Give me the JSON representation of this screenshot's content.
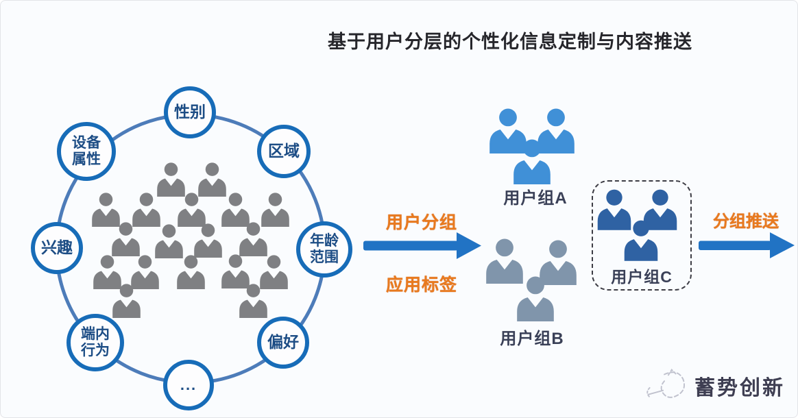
{
  "title": "基于用户分层的个性化信息定制与内容推送",
  "pool": {
    "attributes": [
      {
        "id": "gender",
        "label": "性别"
      },
      {
        "id": "region",
        "label": "区域"
      },
      {
        "id": "device",
        "label": "设备\n属性"
      },
      {
        "id": "interest",
        "label": "兴趣"
      },
      {
        "id": "age-range",
        "label": "年龄\n范围"
      },
      {
        "id": "in-app-behavior",
        "label": "端内\n行为"
      },
      {
        "id": "preference",
        "label": "偏好"
      },
      {
        "id": "more",
        "label": "..."
      }
    ],
    "crowd_count": 18
  },
  "flow": {
    "step1": {
      "label_top": "用户分组",
      "label_bottom": "应用标签"
    },
    "step2": {
      "label": "分组推送"
    }
  },
  "groups": [
    {
      "name": "用户组A"
    },
    {
      "name": "用户组B"
    },
    {
      "name": "用户组C",
      "boxed": true
    }
  ],
  "logo": {
    "text": "蓄势创新"
  },
  "colors": {
    "background": "#fafcfe",
    "accent_blue": "#2173c4",
    "circle_line": "#4d7cb9",
    "bubble_border": "#176cb8",
    "bubble_text": "#1d4d85",
    "crowd_gray": "#7f8083",
    "group_a": "#4090d7",
    "group_b": "#8095ab",
    "group_c": "#2f62a3",
    "label_orange": "#e87a1e",
    "group_label": "#3a4057",
    "logo_text": "#3e3e52"
  }
}
